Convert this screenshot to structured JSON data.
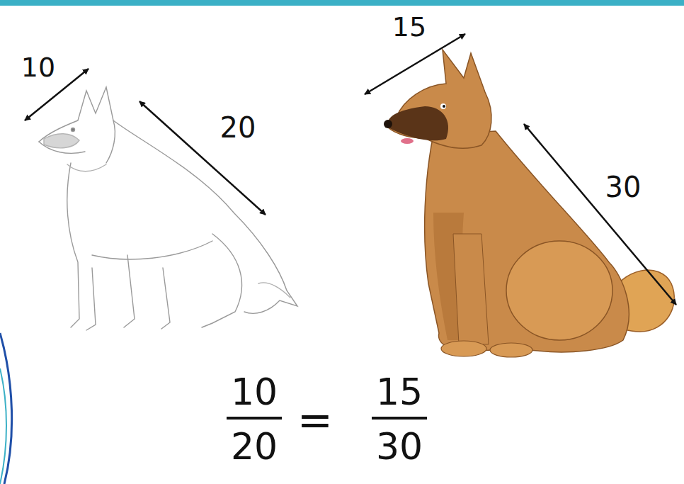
{
  "diagram": {
    "labels": [
      "10",
      "20",
      "15",
      "30",
      "10",
      "20",
      "=",
      "15",
      "30"
    ]
  }
}
